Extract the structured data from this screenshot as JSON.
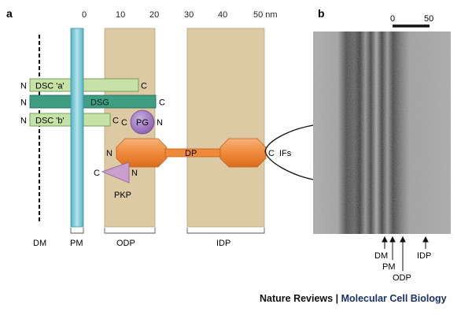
{
  "panels": {
    "a": {
      "label": "a"
    },
    "b": {
      "label": "b"
    }
  },
  "scale_axis": {
    "ticks": [
      "0",
      "10",
      "20",
      "30",
      "40",
      "50 nm"
    ]
  },
  "proteins": {
    "dsc_a": {
      "label": "DSC 'a'",
      "n": "N",
      "c": "C",
      "color": "#c6e2a6"
    },
    "dsg": {
      "label": "DSG",
      "n": "N",
      "c": "C",
      "color": "#3f9e82"
    },
    "dsc_b": {
      "label": "DSC 'b'",
      "n": "N",
      "c": "C",
      "color": "#c6e2a6"
    },
    "pg": {
      "label": "PG",
      "c": "C",
      "n": "N",
      "color": "#9a72b9"
    },
    "dp": {
      "label": "DP",
      "n": "N",
      "c": "C",
      "color": "#ef8a3a"
    },
    "pkp": {
      "label": "PKP",
      "c": "C",
      "n": "N",
      "color": "#c99fcc"
    },
    "ifs": {
      "label": "IFs"
    }
  },
  "membrane_color": "#6ec6d3",
  "plaque_color": "#ddc9a3",
  "region_labels": {
    "dm": "DM",
    "pm": "PM",
    "odp": "ODP",
    "idp": "IDP"
  },
  "micrograph": {
    "scale_bar": {
      "zero": "0",
      "value": "50"
    },
    "labels": {
      "dm": "DM",
      "pm": "PM",
      "odp": "ODP",
      "idp": "IDP"
    }
  },
  "credit": {
    "publisher": "Nature Reviews",
    "separator": " | ",
    "journal": "Molecular Cell Biology"
  }
}
